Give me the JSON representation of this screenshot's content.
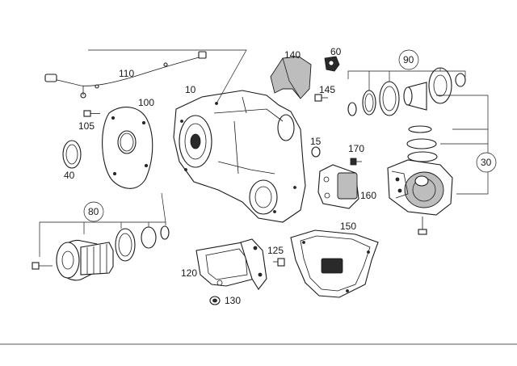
{
  "diagram": {
    "callouts": {
      "p10": "10",
      "p15": "15",
      "p30": "30",
      "p40": "40",
      "p60": "60",
      "p80": "80",
      "p90": "90",
      "p100": "100",
      "p105": "105",
      "p110": "110",
      "p120": "120",
      "p125": "125",
      "p130": "130",
      "p140": "140",
      "p145": "145",
      "p150": "150",
      "p160": "160",
      "p170": "170"
    }
  }
}
